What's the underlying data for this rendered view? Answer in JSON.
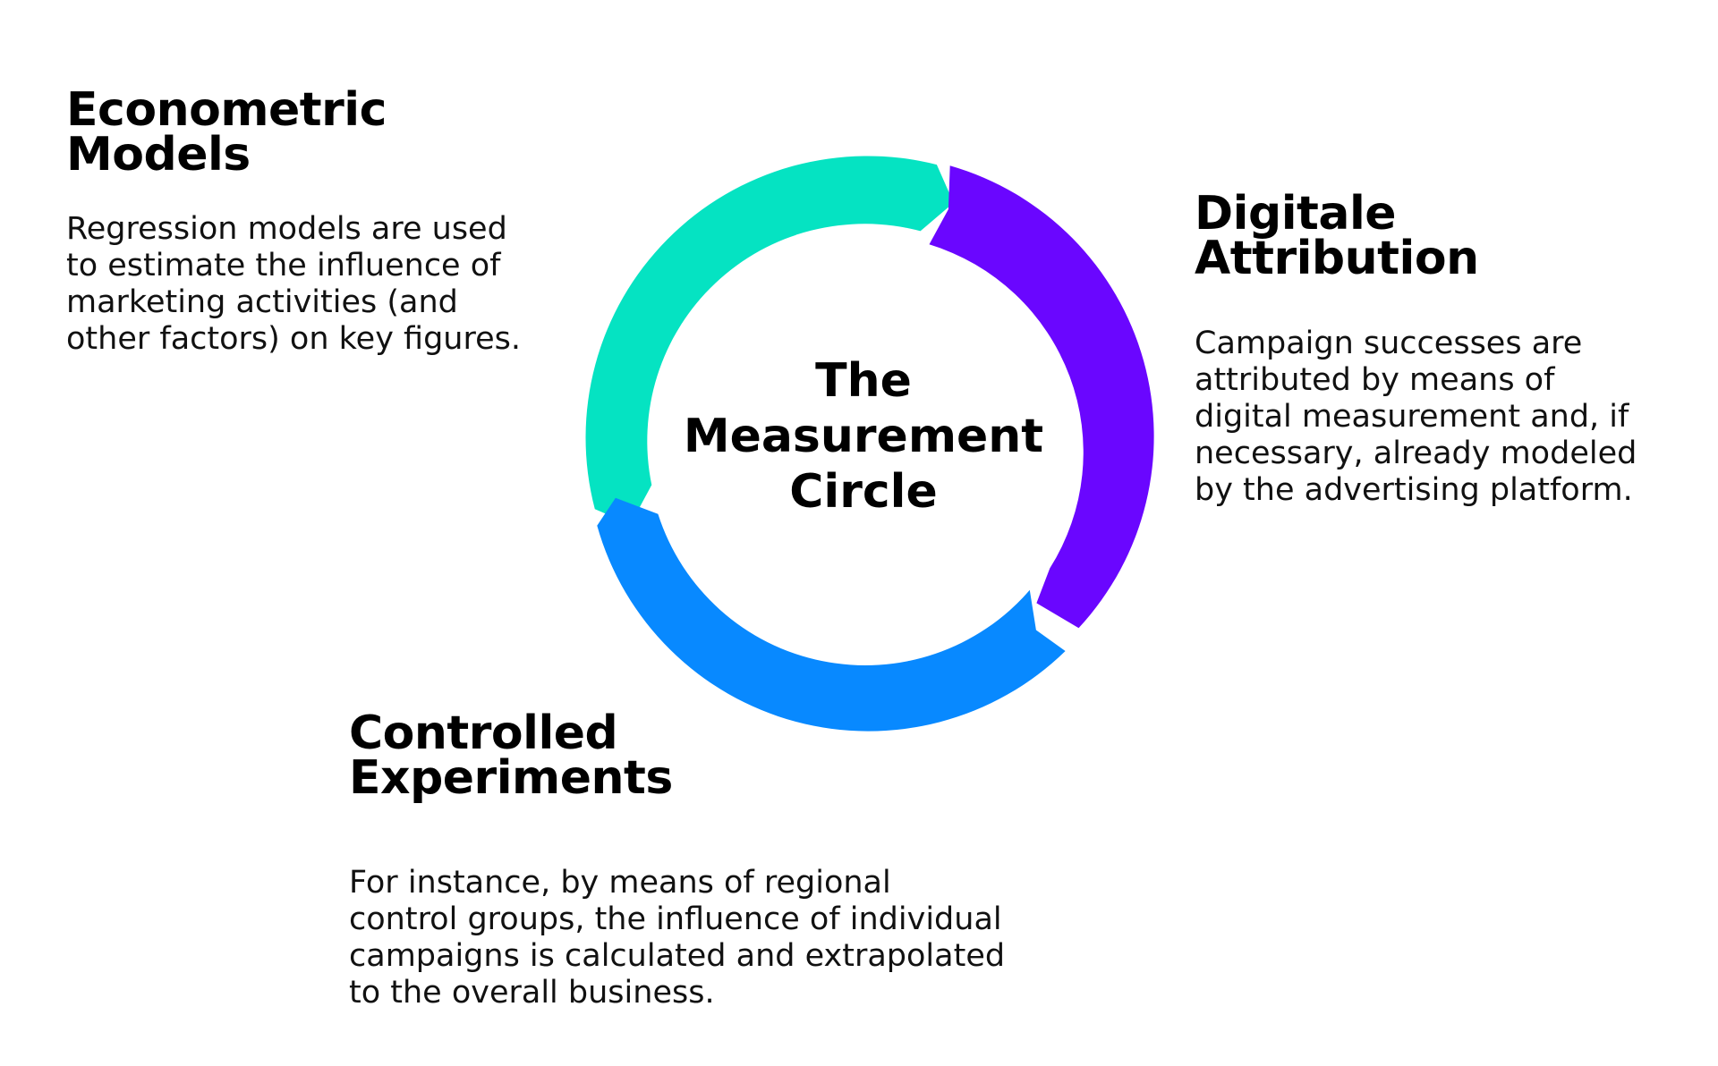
{
  "sections": {
    "econometric": {
      "title_lines": [
        "Econometric",
        "Models"
      ],
      "body_lines": [
        "Regression models are used",
        "to estimate the influence of",
        "marketing activities (and",
        "other factors) on key figures."
      ]
    },
    "digital": {
      "title_lines": [
        "Digitale",
        "Attribution"
      ],
      "body_lines": [
        "Campaign successes are",
        "attributed by means of",
        "digital measurement and, if",
        "necessary, already modeled",
        "by the advertising platform."
      ]
    },
    "controlled": {
      "title_lines": [
        "Controlled",
        "Experiments"
      ],
      "body_lines": [
        "For instance, by means of regional",
        "control groups, the influence of individual",
        "campaigns is calculated and extrapolated",
        "to the overall business."
      ]
    }
  },
  "center": {
    "title_lines": [
      "The",
      "Measurement",
      "Circle"
    ]
  },
  "colors": {
    "econometric_arc": "#05E3C2",
    "digital_arc": "#6A06FF",
    "controlled_arc": "#0889FF"
  }
}
